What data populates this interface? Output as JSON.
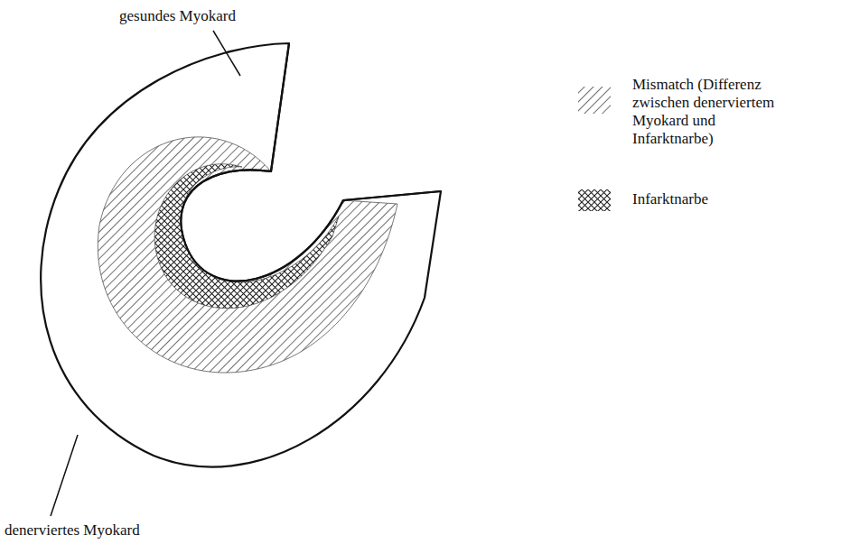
{
  "diagram": {
    "labels": [
      "gesundes Myokard",
      "denerviertes Myokard"
    ],
    "legend": [
      {
        "text": "Mismatch (Differenz zwischen denerviertem Myokard und Infarktnarbe)"
      },
      {
        "text": "Infarktnarbe"
      }
    ]
  }
}
